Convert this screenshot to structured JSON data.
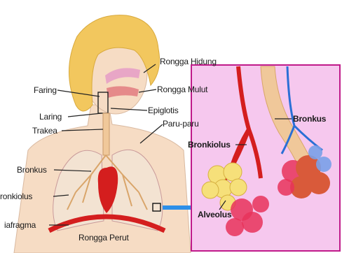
{
  "labels": {
    "rongga_hidung": "Rongga Hidung",
    "faring": "Faring",
    "rongga_mulut": "Rongga Mulut",
    "laring": "Laring",
    "epiglotis": "Epiglotis",
    "trakea": "Trakea",
    "paru_paru": "Paru-paru",
    "bronkus_left": "Bronkus",
    "bronkiolus_left": "ronkiolus",
    "diafragma": "iafragma",
    "rongga_perut": "Rongga Perut",
    "bronkus_right": "Bronkus",
    "bronkiolus_right": "Bronkiolus",
    "alveolus": "Alveolus"
  },
  "colors": {
    "inset_bg": "#f6c8ee",
    "inset_border": "#c01a8a",
    "hair": "#f2c75e",
    "skin": "#f6dcc4",
    "artery_red": "#d41e1e",
    "bronchus_tan": "#f0c89a",
    "vein_blue": "#2a6fd6",
    "arrow_blue": "#2d8fe8",
    "alveolus_yellow": "#f6e07a"
  }
}
